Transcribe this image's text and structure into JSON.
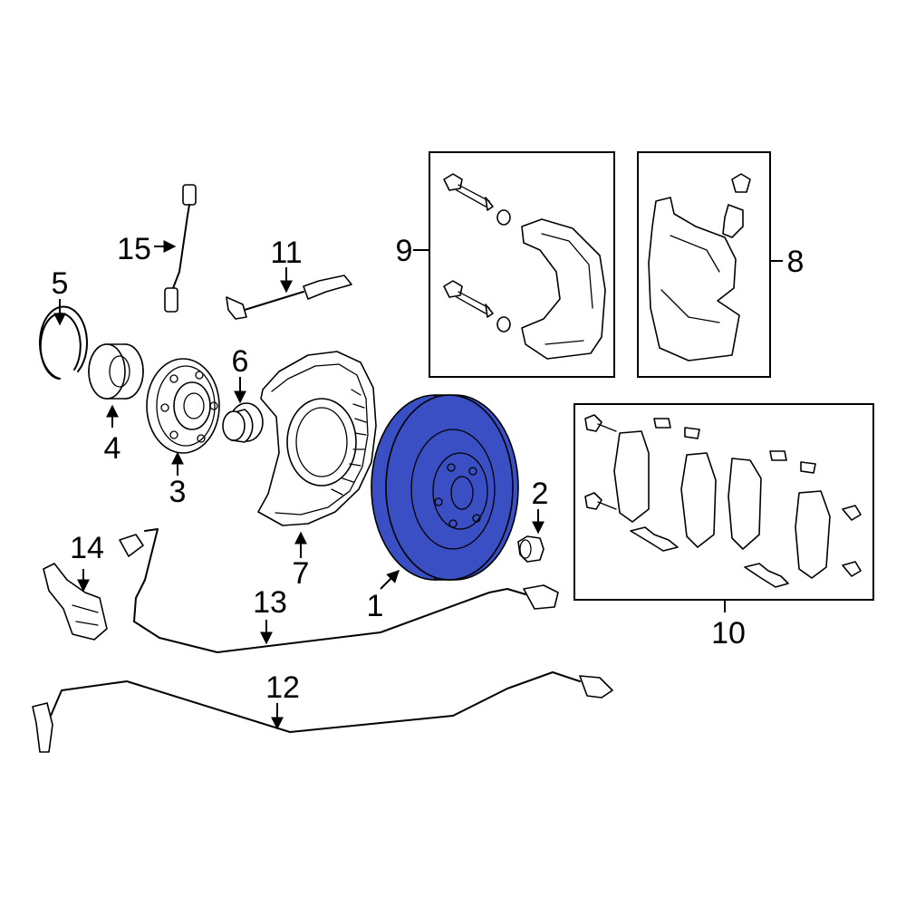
{
  "highlight_color": "#3a4fc4",
  "callouts": {
    "c1": "1",
    "c2": "2",
    "c3": "3",
    "c4": "4",
    "c5": "5",
    "c6": "6",
    "c7": "7",
    "c8": "8",
    "c9": "9",
    "c10": "10",
    "c11": "11",
    "c12": "12",
    "c13": "13",
    "c14": "14",
    "c15": "15"
  },
  "highlighted_part": "1"
}
